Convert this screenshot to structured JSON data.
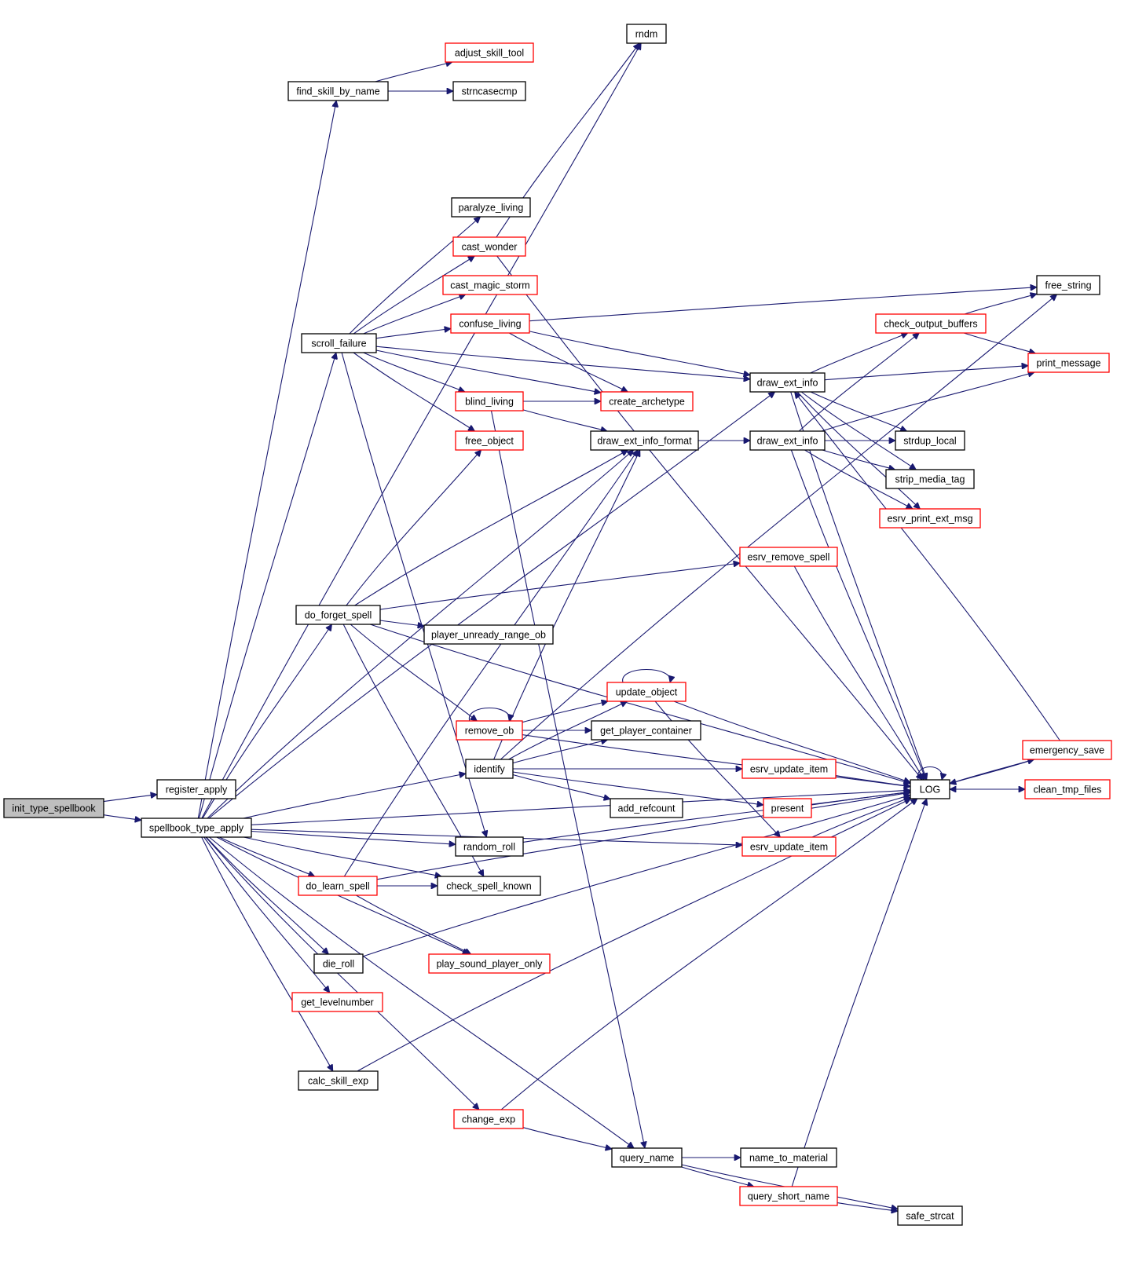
{
  "title": "init_type_spellbook call graph",
  "colors": {
    "edge": "#191970",
    "internal_border": "#000000",
    "external_border": "#ff0000",
    "root_fill": "#bfbfbf"
  },
  "nodes": [
    {
      "id": "init_type_spellbook",
      "label": "init_type_spellbook",
      "kind": "root"
    },
    {
      "id": "register_apply",
      "label": "register_apply",
      "kind": "black"
    },
    {
      "id": "spellbook_type_apply",
      "label": "spellbook_type_apply",
      "kind": "black"
    },
    {
      "id": "rndm",
      "label": "rndm",
      "kind": "black"
    },
    {
      "id": "adjust_skill_tool",
      "label": "adjust_skill_tool",
      "kind": "red"
    },
    {
      "id": "find_skill_by_name",
      "label": "find_skill_by_name",
      "kind": "black"
    },
    {
      "id": "strncasecmp",
      "label": "strncasecmp",
      "kind": "black"
    },
    {
      "id": "paralyze_living",
      "label": "paralyze_living",
      "kind": "black"
    },
    {
      "id": "cast_wonder",
      "label": "cast_wonder",
      "kind": "red"
    },
    {
      "id": "cast_magic_storm",
      "label": "cast_magic_storm",
      "kind": "red"
    },
    {
      "id": "confuse_living",
      "label": "confuse_living",
      "kind": "red"
    },
    {
      "id": "scroll_failure",
      "label": "scroll_failure",
      "kind": "black"
    },
    {
      "id": "blind_living",
      "label": "blind_living",
      "kind": "red"
    },
    {
      "id": "free_object",
      "label": "free_object",
      "kind": "red"
    },
    {
      "id": "create_archetype",
      "label": "create_archetype",
      "kind": "red"
    },
    {
      "id": "draw_ext_info_format",
      "label": "draw_ext_info_format",
      "kind": "black"
    },
    {
      "id": "draw_ext_info_a",
      "label": "draw_ext_info",
      "kind": "black"
    },
    {
      "id": "draw_ext_info_b",
      "label": "draw_ext_info",
      "kind": "black"
    },
    {
      "id": "free_string",
      "label": "free_string",
      "kind": "black"
    },
    {
      "id": "check_output_buffers",
      "label": "check_output_buffers",
      "kind": "red"
    },
    {
      "id": "print_message",
      "label": "print_message",
      "kind": "red"
    },
    {
      "id": "strdup_local",
      "label": "strdup_local",
      "kind": "black"
    },
    {
      "id": "strip_media_tag",
      "label": "strip_media_tag",
      "kind": "black"
    },
    {
      "id": "esrv_print_ext_msg",
      "label": "esrv_print_ext_msg",
      "kind": "red"
    },
    {
      "id": "esrv_remove_spell",
      "label": "esrv_remove_spell",
      "kind": "red"
    },
    {
      "id": "do_forget_spell",
      "label": "do_forget_spell",
      "kind": "black"
    },
    {
      "id": "player_unready_range_ob",
      "label": "player_unready_range_ob",
      "kind": "black"
    },
    {
      "id": "update_object",
      "label": "update_object",
      "kind": "red"
    },
    {
      "id": "remove_ob",
      "label": "remove_ob",
      "kind": "red"
    },
    {
      "id": "get_player_container",
      "label": "get_player_container",
      "kind": "black"
    },
    {
      "id": "identify",
      "label": "identify",
      "kind": "black"
    },
    {
      "id": "esrv_update_item_a",
      "label": "esrv_update_item",
      "kind": "red"
    },
    {
      "id": "add_refcount",
      "label": "add_refcount",
      "kind": "black"
    },
    {
      "id": "present",
      "label": "present",
      "kind": "red"
    },
    {
      "id": "esrv_update_item_b",
      "label": "esrv_update_item",
      "kind": "red"
    },
    {
      "id": "LOG",
      "label": "LOG",
      "kind": "black"
    },
    {
      "id": "emergency_save",
      "label": "emergency_save",
      "kind": "red"
    },
    {
      "id": "clean_tmp_files",
      "label": "clean_tmp_files",
      "kind": "red"
    },
    {
      "id": "random_roll",
      "label": "random_roll",
      "kind": "black"
    },
    {
      "id": "do_learn_spell",
      "label": "do_learn_spell",
      "kind": "red"
    },
    {
      "id": "check_spell_known",
      "label": "check_spell_known",
      "kind": "black"
    },
    {
      "id": "die_roll",
      "label": "die_roll",
      "kind": "black"
    },
    {
      "id": "play_sound_player_only",
      "label": "play_sound_player_only",
      "kind": "red"
    },
    {
      "id": "get_levelnumber",
      "label": "get_levelnumber",
      "kind": "red"
    },
    {
      "id": "calc_skill_exp",
      "label": "calc_skill_exp",
      "kind": "black"
    },
    {
      "id": "change_exp",
      "label": "change_exp",
      "kind": "red"
    },
    {
      "id": "query_name",
      "label": "query_name",
      "kind": "black"
    },
    {
      "id": "name_to_material",
      "label": "name_to_material",
      "kind": "black"
    },
    {
      "id": "query_short_name",
      "label": "query_short_name",
      "kind": "red"
    },
    {
      "id": "safe_strcat",
      "label": "safe_strcat",
      "kind": "black"
    }
  ],
  "edges": [
    [
      "init_type_spellbook",
      "register_apply"
    ],
    [
      "init_type_spellbook",
      "spellbook_type_apply"
    ],
    [
      "spellbook_type_apply",
      "rndm"
    ],
    [
      "spellbook_type_apply",
      "find_skill_by_name"
    ],
    [
      "spellbook_type_apply",
      "draw_ext_info_a"
    ],
    [
      "spellbook_type_apply",
      "scroll_failure"
    ],
    [
      "spellbook_type_apply",
      "draw_ext_info_format"
    ],
    [
      "spellbook_type_apply",
      "do_forget_spell"
    ],
    [
      "spellbook_type_apply",
      "identify"
    ],
    [
      "spellbook_type_apply",
      "esrv_update_item_b"
    ],
    [
      "spellbook_type_apply",
      "random_roll"
    ],
    [
      "spellbook_type_apply",
      "check_spell_known"
    ],
    [
      "spellbook_type_apply",
      "do_learn_spell"
    ],
    [
      "spellbook_type_apply",
      "play_sound_player_only"
    ],
    [
      "spellbook_type_apply",
      "die_roll"
    ],
    [
      "spellbook_type_apply",
      "get_levelnumber"
    ],
    [
      "spellbook_type_apply",
      "LOG"
    ],
    [
      "spellbook_type_apply",
      "calc_skill_exp"
    ],
    [
      "spellbook_type_apply",
      "change_exp"
    ],
    [
      "spellbook_type_apply",
      "query_name"
    ],
    [
      "find_skill_by_name",
      "adjust_skill_tool"
    ],
    [
      "find_skill_by_name",
      "strncasecmp"
    ],
    [
      "scroll_failure",
      "draw_ext_info_a"
    ],
    [
      "scroll_failure",
      "paralyze_living"
    ],
    [
      "scroll_failure",
      "cast_wonder"
    ],
    [
      "scroll_failure",
      "cast_magic_storm"
    ],
    [
      "scroll_failure",
      "confuse_living"
    ],
    [
      "scroll_failure",
      "create_archetype"
    ],
    [
      "scroll_failure",
      "blind_living"
    ],
    [
      "scroll_failure",
      "free_object"
    ],
    [
      "scroll_failure",
      "random_roll"
    ],
    [
      "cast_wonder",
      "rndm"
    ],
    [
      "cast_wonder",
      "LOG"
    ],
    [
      "confuse_living",
      "free_string"
    ],
    [
      "confuse_living",
      "draw_ext_info_a"
    ],
    [
      "confuse_living",
      "create_archetype"
    ],
    [
      "blind_living",
      "create_archetype"
    ],
    [
      "blind_living",
      "draw_ext_info_format"
    ],
    [
      "blind_living",
      "query_name"
    ],
    [
      "draw_ext_info_format",
      "draw_ext_info_b"
    ],
    [
      "draw_ext_info_a",
      "check_output_buffers"
    ],
    [
      "draw_ext_info_a",
      "print_message"
    ],
    [
      "draw_ext_info_a",
      "strdup_local"
    ],
    [
      "draw_ext_info_a",
      "strip_media_tag"
    ],
    [
      "draw_ext_info_a",
      "esrv_print_ext_msg"
    ],
    [
      "draw_ext_info_a",
      "LOG"
    ],
    [
      "draw_ext_info_b",
      "check_output_buffers"
    ],
    [
      "draw_ext_info_b",
      "strdup_local"
    ],
    [
      "draw_ext_info_b",
      "strip_media_tag"
    ],
    [
      "draw_ext_info_b",
      "esrv_print_ext_msg"
    ],
    [
      "draw_ext_info_b",
      "print_message"
    ],
    [
      "draw_ext_info_b",
      "LOG"
    ],
    [
      "check_output_buffers",
      "free_string"
    ],
    [
      "check_output_buffers",
      "print_message"
    ],
    [
      "do_forget_spell",
      "free_object"
    ],
    [
      "do_forget_spell",
      "draw_ext_info_format"
    ],
    [
      "do_forget_spell",
      "esrv_remove_spell"
    ],
    [
      "do_forget_spell",
      "LOG"
    ],
    [
      "do_forget_spell",
      "player_unready_range_ob"
    ],
    [
      "do_forget_spell",
      "remove_ob"
    ],
    [
      "do_forget_spell",
      "check_spell_known"
    ],
    [
      "esrv_remove_spell",
      "LOG"
    ],
    [
      "remove_ob",
      "remove_ob"
    ],
    [
      "remove_ob",
      "update_object"
    ],
    [
      "remove_ob",
      "get_player_container"
    ],
    [
      "remove_ob",
      "LOG"
    ],
    [
      "update_object",
      "update_object"
    ],
    [
      "update_object",
      "LOG"
    ],
    [
      "update_object",
      "esrv_update_item_b"
    ],
    [
      "identify",
      "free_string"
    ],
    [
      "identify",
      "update_object"
    ],
    [
      "identify",
      "get_player_container"
    ],
    [
      "identify",
      "esrv_update_item_a"
    ],
    [
      "identify",
      "add_refcount"
    ],
    [
      "identify",
      "present"
    ],
    [
      "identify",
      "draw_ext_info_format"
    ],
    [
      "esrv_update_item_a",
      "LOG"
    ],
    [
      "present",
      "LOG"
    ],
    [
      "esrv_update_item_b",
      "LOG"
    ],
    [
      "LOG",
      "LOG"
    ],
    [
      "LOG",
      "emergency_save"
    ],
    [
      "LOG",
      "clean_tmp_files"
    ],
    [
      "emergency_save",
      "LOG"
    ],
    [
      "emergency_save",
      "draw_ext_info_a"
    ],
    [
      "clean_tmp_files",
      "LOG"
    ],
    [
      "random_roll",
      "LOG"
    ],
    [
      "do_learn_spell",
      "check_spell_known"
    ],
    [
      "do_learn_spell",
      "play_sound_player_only"
    ],
    [
      "do_learn_spell",
      "LOG"
    ],
    [
      "do_learn_spell",
      "draw_ext_info_format"
    ],
    [
      "die_roll",
      "LOG"
    ],
    [
      "calc_skill_exp",
      "LOG"
    ],
    [
      "change_exp",
      "LOG"
    ],
    [
      "change_exp",
      "query_name"
    ],
    [
      "query_name",
      "name_to_material"
    ],
    [
      "query_name",
      "query_short_name"
    ],
    [
      "query_name",
      "safe_strcat"
    ],
    [
      "query_short_name",
      "LOG"
    ],
    [
      "query_short_name",
      "safe_strcat"
    ]
  ]
}
